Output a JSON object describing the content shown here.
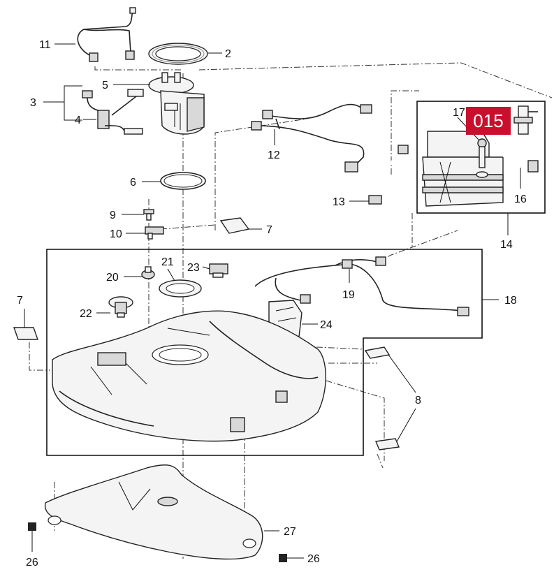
{
  "badge": {
    "label": "015",
    "color": "#c8102e"
  },
  "callouts": [
    {
      "id": "c11",
      "text": "11"
    },
    {
      "id": "c2",
      "text": "2"
    },
    {
      "id": "c5",
      "text": "5"
    },
    {
      "id": "c3",
      "text": "3"
    },
    {
      "id": "c4",
      "text": "4"
    },
    {
      "id": "c6",
      "text": "6"
    },
    {
      "id": "c9",
      "text": "9"
    },
    {
      "id": "c10",
      "text": "10"
    },
    {
      "id": "c7a",
      "text": "7"
    },
    {
      "id": "c12",
      "text": "12"
    },
    {
      "id": "c13",
      "text": "13"
    },
    {
      "id": "c17",
      "text": "17"
    },
    {
      "id": "c16",
      "text": "16"
    },
    {
      "id": "c14",
      "text": "14"
    },
    {
      "id": "c20",
      "text": "20"
    },
    {
      "id": "c21",
      "text": "21"
    },
    {
      "id": "c23",
      "text": "23"
    },
    {
      "id": "c19",
      "text": "19"
    },
    {
      "id": "c18",
      "text": "18"
    },
    {
      "id": "c7b",
      "text": "7"
    },
    {
      "id": "c22",
      "text": "22"
    },
    {
      "id": "c24",
      "text": "24"
    },
    {
      "id": "c8",
      "text": "8"
    },
    {
      "id": "c27",
      "text": "27"
    },
    {
      "id": "c26a",
      "text": "26"
    },
    {
      "id": "c26b",
      "text": "26"
    }
  ]
}
